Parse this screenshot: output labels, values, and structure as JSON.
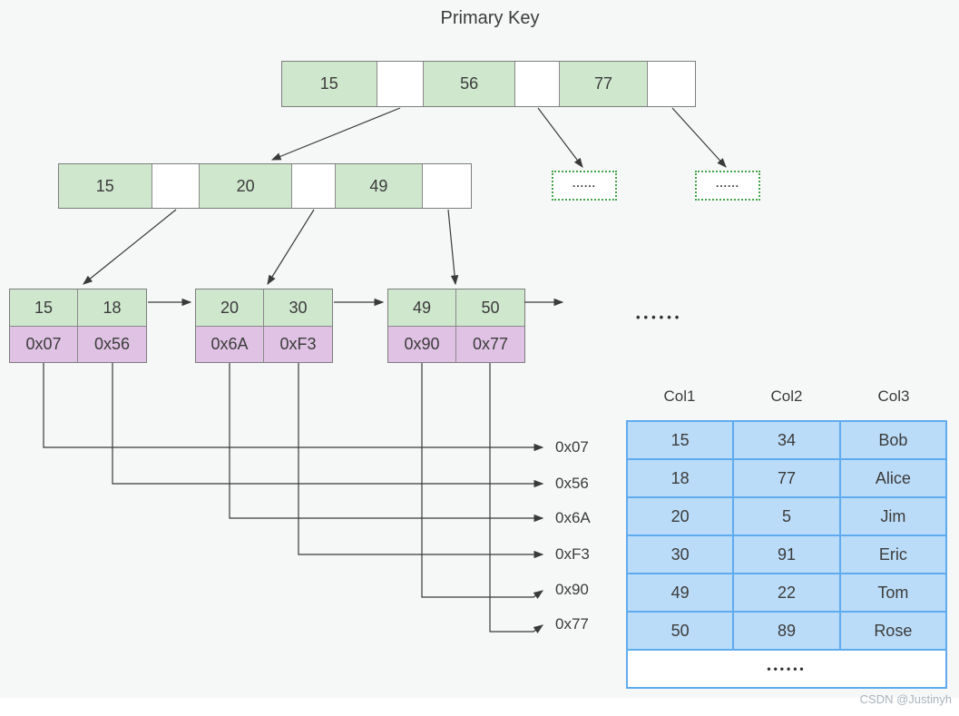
{
  "title": "Primary Key",
  "root_node": {
    "keys": [
      "15",
      "56",
      "77"
    ]
  },
  "internal_node": {
    "keys": [
      "15",
      "20",
      "49"
    ]
  },
  "dotted_boxes": {
    "box1": "......",
    "box2": "......"
  },
  "leaf_nodes": [
    {
      "keys": [
        "15",
        "18"
      ],
      "pointers": [
        "0x07",
        "0x56"
      ]
    },
    {
      "keys": [
        "20",
        "30"
      ],
      "pointers": [
        "0x6A",
        "0xF3"
      ]
    },
    {
      "keys": [
        "49",
        "50"
      ],
      "pointers": [
        "0x90",
        "0x77"
      ]
    }
  ],
  "leaf_ellipsis": "••••••",
  "addresses": [
    "0x07",
    "0x56",
    "0x6A",
    "0xF3",
    "0x90",
    "0x77"
  ],
  "table": {
    "headers": [
      "Col1",
      "Col2",
      "Col3"
    ],
    "rows": [
      [
        "15",
        "34",
        "Bob"
      ],
      [
        "18",
        "77",
        "Alice"
      ],
      [
        "20",
        "5",
        "Jim"
      ],
      [
        "30",
        "91",
        "Eric"
      ],
      [
        "49",
        "22",
        "Tom"
      ],
      [
        "50",
        "89",
        "Rose"
      ]
    ],
    "ellipsis": "••••••"
  },
  "watermark": "CSDN @Justinyh",
  "colors": {
    "background": "#f6f7f7",
    "key_cell_green": "#cfe7cd",
    "pointer_cell_purple": "#e0c3e4",
    "node_border_gray": "#7d7d7d",
    "dotted_box_green": "#42a348",
    "table_fill_blue": "#bbdcf8",
    "table_border_blue": "#5fabef",
    "arrow_color": "#3a3a3a",
    "watermark_gray": "#aab3bb"
  }
}
